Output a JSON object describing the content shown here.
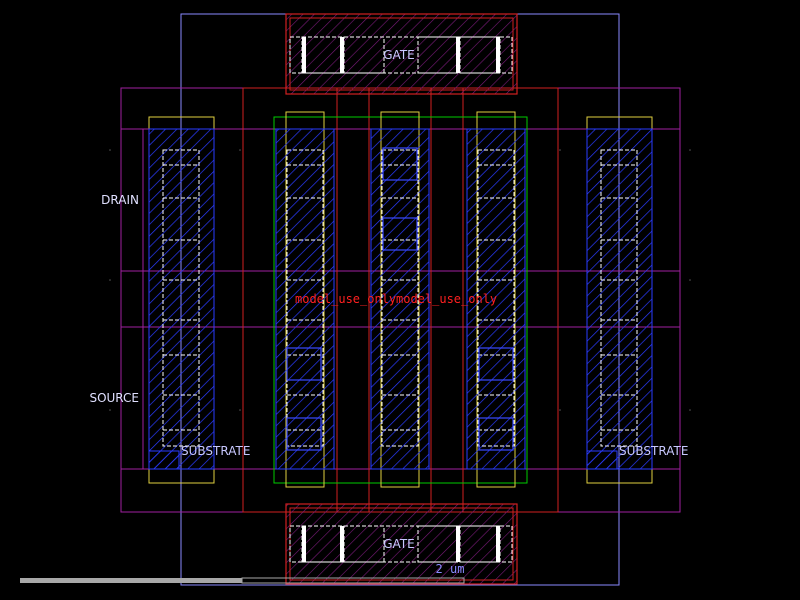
{
  "labels": {
    "gate_top": "GATE",
    "gate_bottom": "GATE",
    "drain": "DRAIN",
    "source": "SOURCE",
    "substrate_left": "SUBSTRATE",
    "substrate_right": "SUBSTRATE",
    "model_marker_1": "model_use_only",
    "model_marker_2": "model_use_only"
  },
  "scale_bar": {
    "text": "2 um"
  },
  "colors": {
    "background": "#000000",
    "metal": "#2a3bff",
    "poly": "#ff3b3b",
    "oxide": "#d0d0ff",
    "nwell": "#a020a0",
    "implant": "#ffff66",
    "diff": "#00cc00",
    "label": "#c8c8ff",
    "marker": "#ff2020"
  }
}
